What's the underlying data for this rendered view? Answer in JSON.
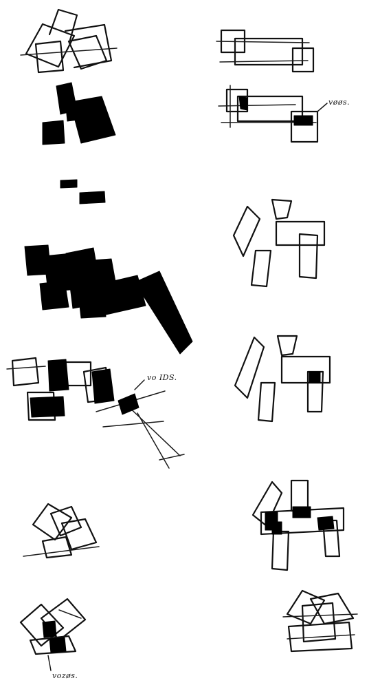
{
  "sheet": {
    "background": "#ffffff",
    "ink_color": "#111111"
  },
  "annotations": {
    "voids_right": "vøøs.",
    "voids_middle": "vo IDS.",
    "voids_bottom": "vozøs."
  }
}
